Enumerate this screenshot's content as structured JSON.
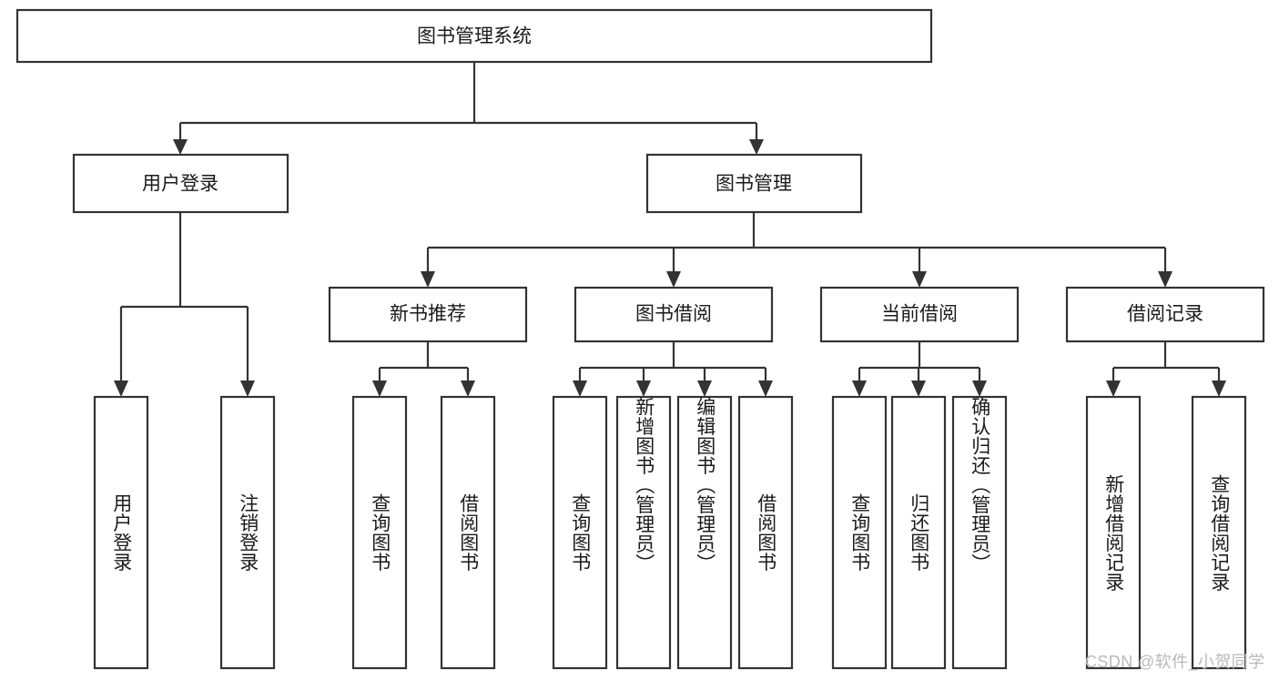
{
  "diagram": {
    "type": "tree-hierarchy",
    "title": "图书管理系统",
    "root": {
      "id": "root",
      "label": "图书管理系统",
      "orientation": "horizontal"
    },
    "level2": [
      {
        "id": "user-login",
        "label": "用户登录",
        "orientation": "horizontal"
      },
      {
        "id": "book-manage",
        "label": "图书管理",
        "orientation": "horizontal"
      }
    ],
    "level3": [
      {
        "id": "new-book-recommend",
        "label": "新书推荐",
        "parent": "book-manage",
        "orientation": "horizontal"
      },
      {
        "id": "book-borrow",
        "label": "图书借阅",
        "parent": "book-manage",
        "orientation": "horizontal"
      },
      {
        "id": "current-borrow",
        "label": "当前借阅",
        "parent": "book-manage",
        "orientation": "horizontal"
      },
      {
        "id": "borrow-record",
        "label": "借阅记录",
        "parent": "book-manage",
        "orientation": "horizontal"
      }
    ],
    "leaves": [
      {
        "id": "leaf-user-login",
        "label": "用户登录",
        "parent": "user-login",
        "orientation": "vertical"
      },
      {
        "id": "leaf-logout-login",
        "label": "注销登录",
        "parent": "user-login",
        "orientation": "vertical"
      },
      {
        "id": "leaf-query-book-1",
        "label": "查询图书",
        "parent": "new-book-recommend",
        "orientation": "vertical"
      },
      {
        "id": "leaf-borrow-book-1",
        "label": "借阅图书",
        "parent": "new-book-recommend",
        "orientation": "vertical"
      },
      {
        "id": "leaf-query-book-2",
        "label": "查询图书",
        "parent": "book-borrow",
        "orientation": "vertical"
      },
      {
        "id": "leaf-add-book",
        "label": "新增图书（管理员）",
        "parent": "book-borrow",
        "orientation": "vertical"
      },
      {
        "id": "leaf-edit-book",
        "label": "编辑图书（管理员）",
        "parent": "book-borrow",
        "orientation": "vertical"
      },
      {
        "id": "leaf-borrow-book-2",
        "label": "借阅图书",
        "parent": "book-borrow",
        "orientation": "vertical"
      },
      {
        "id": "leaf-query-book-3",
        "label": "查询图书",
        "parent": "current-borrow",
        "orientation": "vertical"
      },
      {
        "id": "leaf-return-book",
        "label": "归还图书",
        "parent": "current-borrow",
        "orientation": "vertical"
      },
      {
        "id": "leaf-confirm-return",
        "label": "确认归还（管理员）",
        "parent": "current-borrow",
        "orientation": "vertical"
      },
      {
        "id": "leaf-add-record",
        "label": "新增借阅记录",
        "parent": "borrow-record",
        "orientation": "vertical"
      },
      {
        "id": "leaf-query-record",
        "label": "查询借阅记录",
        "parent": "borrow-record",
        "orientation": "vertical"
      }
    ],
    "colors": {
      "stroke": "#333333",
      "fill": "#ffffff",
      "text": "#1a1a1a",
      "watermark": "#b9b9b9",
      "background": "#ffffff"
    }
  },
  "watermark": {
    "text": "CSDN @软件_小贺同学"
  }
}
